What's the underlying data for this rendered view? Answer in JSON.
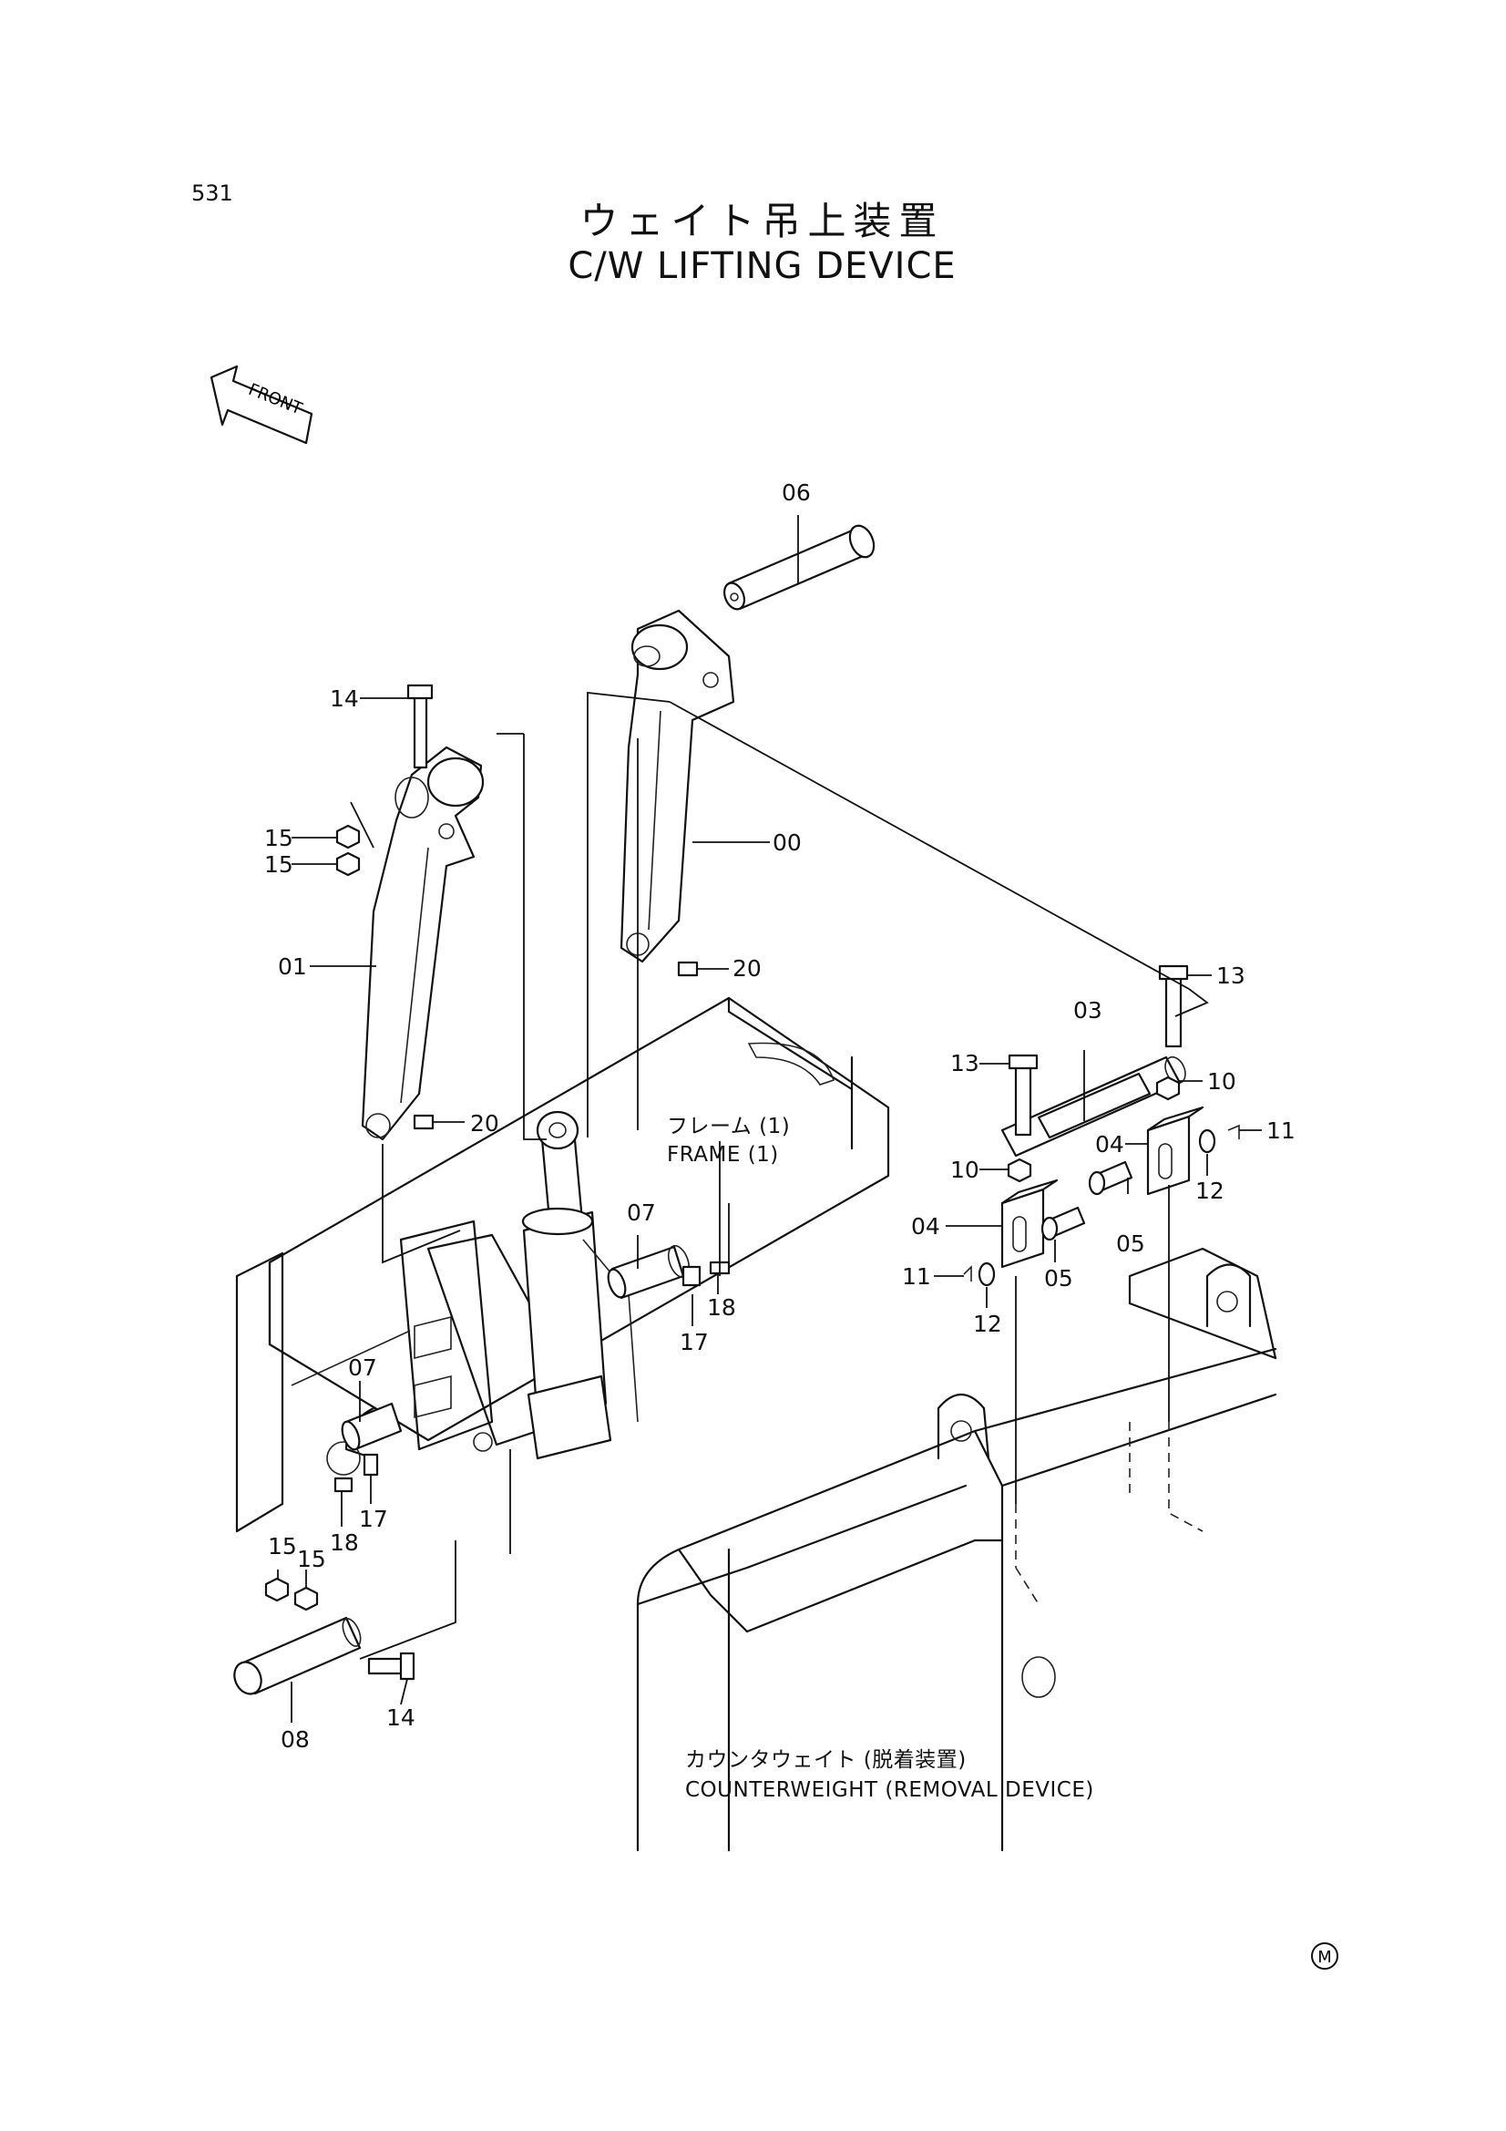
{
  "page_number": "531",
  "title": {
    "jp": "ウェイト吊上装置",
    "en": "C/W LIFTING DEVICE"
  },
  "front_indicator": "FRONT",
  "callouts": {
    "c06": "06",
    "c14a": "14",
    "c15a": "15",
    "c15b": "15",
    "c00": "00",
    "c01": "01",
    "c20a": "20",
    "c20b": "20",
    "c13a": "13",
    "c13b": "13",
    "c03": "03",
    "c10a": "10",
    "c10b": "10",
    "c11a": "11",
    "c11b": "11",
    "c04a": "04",
    "c04b": "04",
    "c12a": "12",
    "c12b": "12",
    "c05a": "05",
    "c05b": "05",
    "c07a": "07",
    "c07b": "07",
    "c17a": "17",
    "c17b": "17",
    "c18a": "18",
    "c18b": "18",
    "c15c": "15",
    "c15d": "15",
    "c08": "08",
    "c14b": "14"
  },
  "labels": {
    "frame_jp": "フレーム (1)",
    "frame_en": "FRAME (1)",
    "counterweight_jp": "カウンタウェイト (脱着装置)",
    "counterweight_en": "COUNTERWEIGHT (REMOVAL DEVICE)"
  },
  "mark": "M"
}
